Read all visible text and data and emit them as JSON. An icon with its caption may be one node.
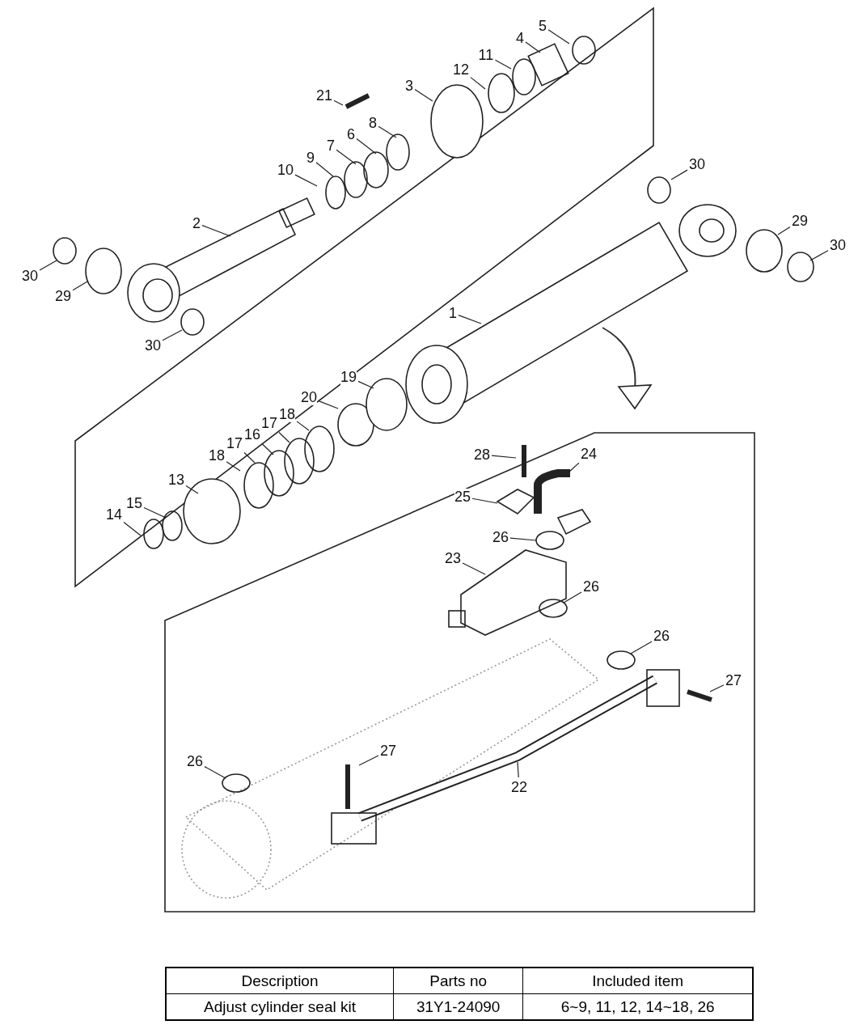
{
  "diagram": {
    "nodes": [
      {
        "text": [
          "1"
        ]
      },
      {
        "text": [
          "2"
        ]
      },
      {
        "text": [
          "3"
        ]
      },
      {
        "text": [
          "4"
        ]
      },
      {
        "text": [
          "5"
        ]
      },
      {
        "text": [
          "6"
        ]
      },
      {
        "text": [
          "7"
        ]
      },
      {
        "text": [
          "8"
        ]
      },
      {
        "text": [
          "9"
        ]
      },
      {
        "text": [
          "10"
        ]
      },
      {
        "text": [
          "11"
        ]
      },
      {
        "text": [
          "12"
        ]
      },
      {
        "text": [
          "13"
        ]
      },
      {
        "text": [
          "14"
        ]
      },
      {
        "text": [
          "15"
        ]
      },
      {
        "text": [
          "16"
        ]
      },
      {
        "text": [
          "17"
        ]
      },
      {
        "text": [
          "17"
        ]
      },
      {
        "text": [
          "18"
        ]
      },
      {
        "text": [
          "18"
        ]
      },
      {
        "text": [
          "19"
        ]
      },
      {
        "text": [
          "20"
        ]
      },
      {
        "text": [
          "21"
        ]
      },
      {
        "text": [
          "22"
        ]
      },
      {
        "text": [
          "23"
        ]
      },
      {
        "text": [
          "24"
        ]
      },
      {
        "text": [
          "25"
        ]
      },
      {
        "text": [
          "26"
        ]
      },
      {
        "text": [
          "26"
        ]
      },
      {
        "text": [
          "26"
        ]
      },
      {
        "text": [
          "26"
        ]
      },
      {
        "text": [
          "27"
        ]
      },
      {
        "text": [
          "27"
        ]
      },
      {
        "text": [
          "28"
        ]
      },
      {
        "text": [
          "29"
        ]
      },
      {
        "text": [
          "29"
        ]
      },
      {
        "text": [
          "30"
        ]
      },
      {
        "text": [
          "30"
        ]
      },
      {
        "text": [
          "30"
        ]
      },
      {
        "text": [
          "30"
        ]
      }
    ],
    "edges": [
      {
        "from": 0,
        "to": null,
        "arrow": "none"
      },
      {
        "from": 1,
        "to": null,
        "arrow": "none"
      },
      {
        "from": 2,
        "to": null,
        "arrow": "none"
      },
      {
        "from": 3,
        "to": null,
        "arrow": "none"
      },
      {
        "from": 4,
        "to": null,
        "arrow": "none"
      },
      {
        "from": 5,
        "to": null,
        "arrow": "none"
      },
      {
        "from": 6,
        "to": null,
        "arrow": "none"
      },
      {
        "from": 7,
        "to": null,
        "arrow": "none"
      },
      {
        "from": 8,
        "to": null,
        "arrow": "none"
      },
      {
        "from": 9,
        "to": null,
        "arrow": "none"
      },
      {
        "from": 10,
        "to": null,
        "arrow": "none"
      },
      {
        "from": 11,
        "to": null,
        "arrow": "none"
      },
      {
        "from": 12,
        "to": null,
        "arrow": "none"
      },
      {
        "from": 13,
        "to": null,
        "arrow": "none"
      },
      {
        "from": 14,
        "to": null,
        "arrow": "none"
      },
      {
        "from": 15,
        "to": null,
        "arrow": "none"
      },
      {
        "from": 16,
        "to": null,
        "arrow": "none"
      },
      {
        "from": 17,
        "to": null,
        "arrow": "none"
      },
      {
        "from": 18,
        "to": null,
        "arrow": "none"
      },
      {
        "from": 19,
        "to": null,
        "arrow": "none"
      },
      {
        "from": 20,
        "to": null,
        "arrow": "none"
      },
      {
        "from": 21,
        "to": null,
        "arrow": "none"
      },
      {
        "from": 22,
        "to": null,
        "arrow": "none"
      },
      {
        "from": 23,
        "to": null,
        "arrow": "none"
      },
      {
        "from": 24,
        "to": null,
        "arrow": "none"
      },
      {
        "from": 25,
        "to": null,
        "arrow": "none"
      },
      {
        "from": 26,
        "to": null,
        "arrow": "none"
      },
      {
        "from": 27,
        "to": null,
        "arrow": "none"
      },
      {
        "from": 28,
        "to": null,
        "arrow": "none"
      },
      {
        "from": 29,
        "to": null,
        "arrow": "none"
      },
      {
        "from": 30,
        "to": null,
        "arrow": "none"
      },
      {
        "from": 31,
        "to": null,
        "arrow": "none"
      },
      {
        "from": 32,
        "to": null,
        "arrow": "none"
      },
      {
        "from": 33,
        "to": null,
        "arrow": "none"
      },
      {
        "from": 34,
        "to": null,
        "arrow": "none"
      },
      {
        "from": 35,
        "to": null,
        "arrow": "none"
      },
      {
        "from": 36,
        "to": null,
        "arrow": "none"
      },
      {
        "from": 37,
        "to": null,
        "arrow": "none"
      },
      {
        "from": 38,
        "to": null,
        "arrow": "none"
      },
      {
        "from": 39,
        "to": null,
        "arrow": "none"
      }
    ],
    "labels": [
      "Description",
      "Parts no",
      "Included item",
      "Adjust cylinder seal kit",
      "31Y1-24090",
      "6~9, 11, 12, 14~18, 26"
    ]
  }
}
